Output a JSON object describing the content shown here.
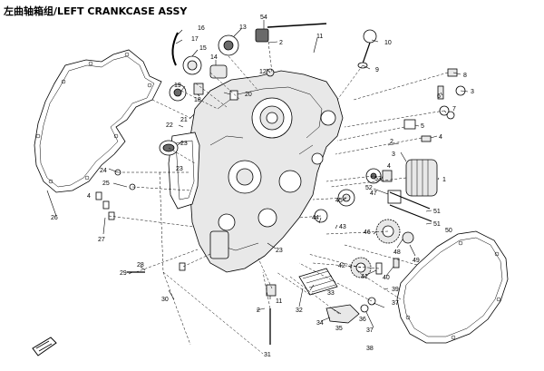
{
  "title": "左曲轴箱组/LEFT CRANKCASE ASSY",
  "callouts": [
    {
      "id": "c54",
      "text": "54"
    },
    {
      "id": "c16",
      "text": "16"
    },
    {
      "id": "c17",
      "text": "17"
    },
    {
      "id": "c15",
      "text": "15"
    },
    {
      "id": "c13",
      "text": "13"
    },
    {
      "id": "c14",
      "text": "14"
    },
    {
      "id": "c2a",
      "text": "2"
    },
    {
      "id": "c11",
      "text": "11"
    },
    {
      "id": "c10",
      "text": "10"
    },
    {
      "id": "c8",
      "text": "8"
    },
    {
      "id": "c9",
      "text": "9"
    },
    {
      "id": "c12",
      "text": "12"
    },
    {
      "id": "c3a",
      "text": "3"
    },
    {
      "id": "c6",
      "text": "6"
    },
    {
      "id": "c7",
      "text": "7"
    },
    {
      "id": "c5",
      "text": "5"
    },
    {
      "id": "c4",
      "text": "4"
    },
    {
      "id": "c19",
      "text": "19"
    },
    {
      "id": "c18",
      "text": "18"
    },
    {
      "id": "c20",
      "text": "20"
    },
    {
      "id": "c21",
      "text": "21"
    },
    {
      "id": "c22",
      "text": "22"
    },
    {
      "id": "c23a",
      "text": "23"
    },
    {
      "id": "c23b",
      "text": "23"
    },
    {
      "id": "c24",
      "text": "24"
    },
    {
      "id": "c25",
      "text": "25"
    },
    {
      "id": "c2b",
      "text": "2"
    },
    {
      "id": "c3b",
      "text": "3"
    },
    {
      "id": "c1",
      "text": "1"
    },
    {
      "id": "c4b",
      "text": "4"
    },
    {
      "id": "c53",
      "text": "53"
    },
    {
      "id": "c52",
      "text": "52"
    },
    {
      "id": "c47",
      "text": "47"
    },
    {
      "id": "c45",
      "text": "45"
    },
    {
      "id": "c51a",
      "text": "51"
    },
    {
      "id": "c51b",
      "text": "51"
    },
    {
      "id": "c50",
      "text": "50"
    },
    {
      "id": "c44",
      "text": "44"
    },
    {
      "id": "c43",
      "text": "43"
    },
    {
      "id": "c46",
      "text": "46"
    },
    {
      "id": "c48",
      "text": "48"
    },
    {
      "id": "c49",
      "text": "49"
    },
    {
      "id": "c42",
      "text": "42"
    },
    {
      "id": "c41",
      "text": "41"
    },
    {
      "id": "c40",
      "text": "40"
    },
    {
      "id": "c39",
      "text": "39"
    },
    {
      "id": "c37a",
      "text": "37"
    },
    {
      "id": "c36",
      "text": "36"
    },
    {
      "id": "c37b",
      "text": "37"
    },
    {
      "id": "c38",
      "text": "38"
    },
    {
      "id": "c35",
      "text": "35"
    },
    {
      "id": "c34",
      "text": "34"
    },
    {
      "id": "c33",
      "text": "33"
    },
    {
      "id": "c32",
      "text": "32"
    },
    {
      "id": "c11b",
      "text": "11"
    },
    {
      "id": "c23c",
      "text": "23"
    },
    {
      "id": "c2c",
      "text": "2"
    },
    {
      "id": "c31",
      "text": "31"
    },
    {
      "id": "c30",
      "text": "30"
    },
    {
      "id": "c29",
      "text": "29"
    },
    {
      "id": "c28",
      "text": "28"
    },
    {
      "id": "c27",
      "text": "27"
    },
    {
      "id": "c26",
      "text": "26"
    },
    {
      "id": "c4c",
      "text": "4"
    }
  ],
  "icons": {
    "logo": "brand-logo-icon"
  }
}
